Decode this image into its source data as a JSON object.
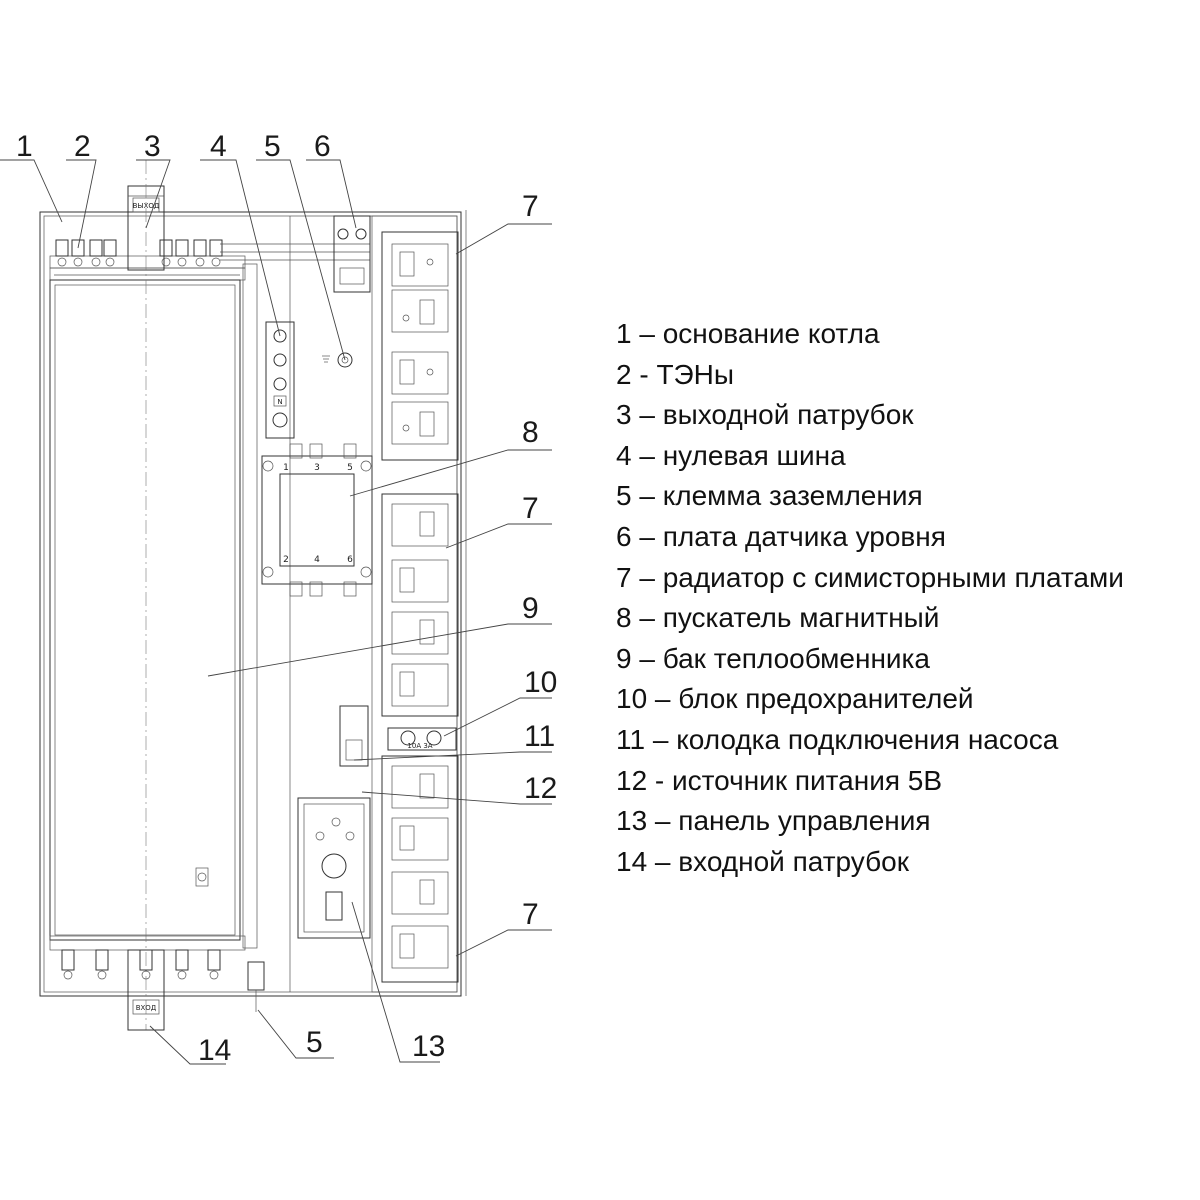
{
  "callouts": [
    {
      "id": "c1",
      "text": "1"
    },
    {
      "id": "c2",
      "text": "2"
    },
    {
      "id": "c3",
      "text": "3"
    },
    {
      "id": "c4",
      "text": "4"
    },
    {
      "id": "c5a",
      "text": "5"
    },
    {
      "id": "c6",
      "text": "6"
    },
    {
      "id": "c7a",
      "text": "7"
    },
    {
      "id": "c8",
      "text": "8"
    },
    {
      "id": "c7b",
      "text": "7"
    },
    {
      "id": "c9",
      "text": "9"
    },
    {
      "id": "c10",
      "text": "10"
    },
    {
      "id": "c11",
      "text": "11"
    },
    {
      "id": "c12",
      "text": "12"
    },
    {
      "id": "c7c",
      "text": "7"
    },
    {
      "id": "c14",
      "text": "14"
    },
    {
      "id": "c5b",
      "text": "5"
    },
    {
      "id": "c13",
      "text": "13"
    }
  ],
  "drawing_labels": {
    "outlet_pipe": "ВЫХОД",
    "inlet_pipe": "ВХОД",
    "neutral_mark": "N",
    "contactor_terminals_top": [
      "1",
      "3",
      "5"
    ],
    "contactor_terminals_bottom": [
      "2",
      "4",
      "6"
    ],
    "fuse_block_label": "10А 3А"
  },
  "legend": [
    "1 – основание котла",
    "2 -  ТЭНы",
    "3 – выходной патрубок",
    "4 – нулевая шина",
    "5 – клемма заземления",
    "6 – плата датчика уровня",
    "7 – радиатор с симисторными   платами",
    "8 – пускатель магнитный",
    "9 – бак теплообменника",
    "10 – блок предохранителей",
    "11 – колодка подключения насоса",
    "12 -  источник питания 5В",
    "13 – панель управления",
    "14 – входной патрубок"
  ]
}
